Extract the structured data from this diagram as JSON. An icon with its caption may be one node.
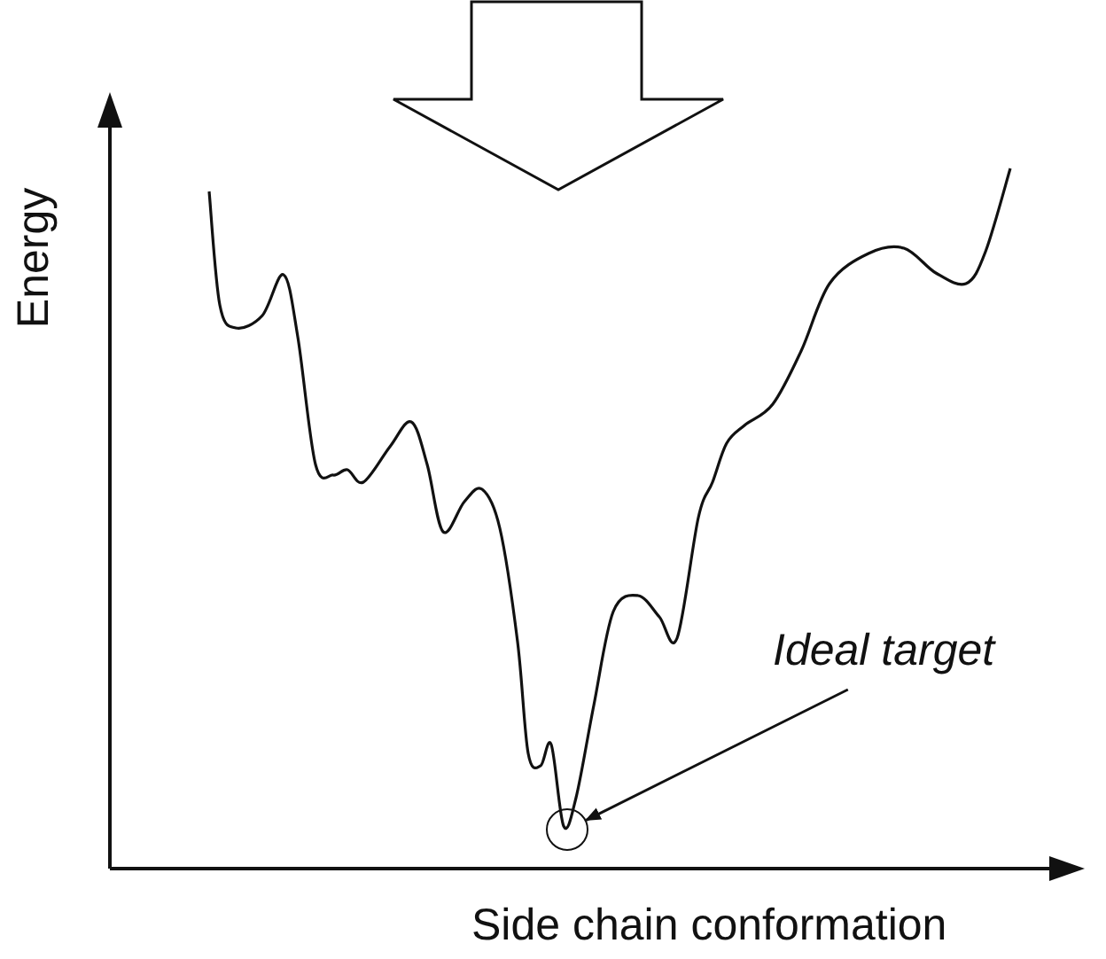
{
  "diagram": {
    "nodes": [
      {
        "text": [
          "Ideal target"
        ]
      },
      {
        "text": [],
        "shape": "circle"
      }
    ],
    "edges": [
      {
        "from": 0,
        "to": 1,
        "arrow": "to"
      }
    ],
    "labels": [
      "Energy",
      "Side chain conformation"
    ]
  }
}
